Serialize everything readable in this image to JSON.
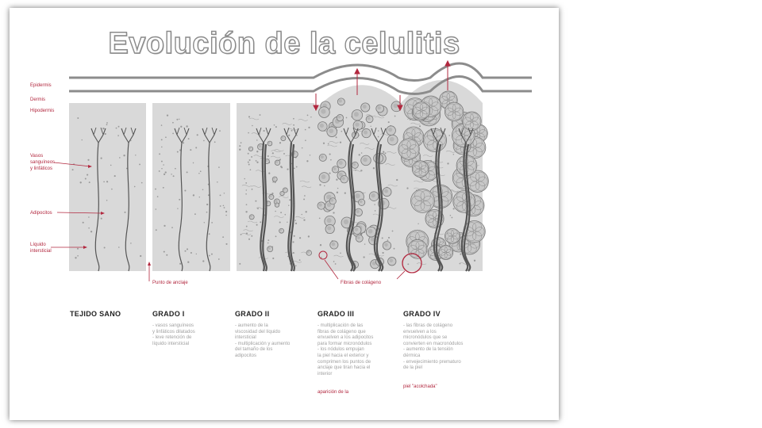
{
  "title": "Evolución de la celulitis",
  "layer_labels": {
    "epidermis": "Epidermis",
    "dermis": "Dermis",
    "hipodermis": "Hipodermis",
    "vasos": [
      "Vasos",
      "sanguíneos",
      "y linfáticos"
    ],
    "adipocitos": "Adipocitos",
    "liquido": [
      "Líquido",
      "intersticial"
    ]
  },
  "callouts": {
    "anclaje": "Punto de anclaje",
    "colageno": "Fibras de colágeno"
  },
  "grades": [
    {
      "title": "TEJIDO SANO",
      "desc": ""
    },
    {
      "title": "GRADO I",
      "desc": "- vasos sanguíneos\ny linfáticos dilatados\n- leve retención de\nlíquido intersticial"
    },
    {
      "title": "GRADO II",
      "desc": "- aumento de la\nviscosidad del líquido\nintersticial\n- multiplicación y aumento\ndel tamaño de los\nadipocitos"
    },
    {
      "title": "GRADO III",
      "desc": "- multiplicación de las\nfibras de colágeno que\nenvuelven a los adipocitos\npara formar micronódulos\n- los nódulos empujan\nla piel hacia el exterior y\ncomprimen los puntos de\nanclaje que tiran hacia el\ninterior",
      "accent": "aparición de la"
    },
    {
      "title": "GRADO IV",
      "desc": "- las fibras de colágeno\nenvuelven a los\nmicronódulos que se\nconvierten en macronódulos\n- aumento de la tensión\ndérmica\n- envejecimiento prematuro\nde la piel",
      "accent": "piel \"acolchada\""
    }
  ],
  "colors": {
    "accent": "#b2283f",
    "tissue": "#d9d9d9",
    "vessel": "#555555",
    "title_outline": "#8a8a8a"
  }
}
